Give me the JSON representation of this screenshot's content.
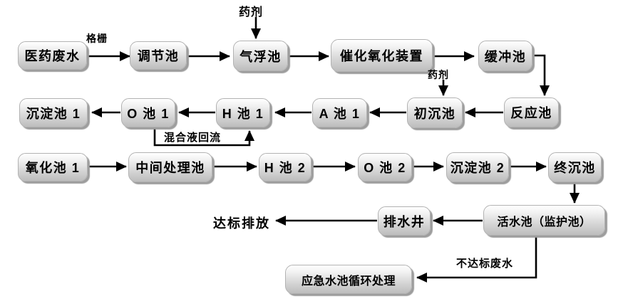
{
  "diagram_type": "flowchart",
  "subject": "医药废水处理工艺流程",
  "nodes": [
    {
      "id": "pharma-wastewater",
      "label": "医药废水"
    },
    {
      "id": "regulating-tank",
      "label": "调节池"
    },
    {
      "id": "air-flotation-tank",
      "label": "气浮池"
    },
    {
      "id": "catalytic-oxidation-unit",
      "label": "催化氧化装置"
    },
    {
      "id": "buffer-tank",
      "label": "缓冲池"
    },
    {
      "id": "reaction-tank",
      "label": "反应池"
    },
    {
      "id": "primary-sedimentation-tank",
      "label": "初沉池"
    },
    {
      "id": "a-tank-1",
      "label": "A 池 1"
    },
    {
      "id": "h-tank-1",
      "label": "H 池 1"
    },
    {
      "id": "o-tank-1",
      "label": "O 池 1"
    },
    {
      "id": "sedimentation-tank-1",
      "label": "沉淀池 1"
    },
    {
      "id": "oxidation-tank-1",
      "label": "氧化池 1"
    },
    {
      "id": "intermediate-treatment-tank",
      "label": "中间处理池"
    },
    {
      "id": "h-tank-2",
      "label": "H 池 2"
    },
    {
      "id": "o-tank-2",
      "label": "O 池 2"
    },
    {
      "id": "sedimentation-tank-2",
      "label": "沉淀池 2"
    },
    {
      "id": "final-sedimentation-tank",
      "label": "终沉池"
    },
    {
      "id": "living-water-tank",
      "label": "活水池（监护池）"
    },
    {
      "id": "drainage-well",
      "label": "排水井"
    },
    {
      "id": "emergency-tank",
      "label": "应急水池循环处理"
    }
  ],
  "labels": {
    "grille": "格栅",
    "agent_top": "药剂",
    "agent_mid": "药剂",
    "mixed_liquor_return": "混合液回流",
    "discharge": "达标排放",
    "substandard_wastewater": "不达标废水"
  },
  "edges": [
    {
      "from": "医药废水",
      "to": "调节池",
      "label": "格栅"
    },
    {
      "from": "调节池",
      "to": "气浮池"
    },
    {
      "from": "药剂",
      "to": "气浮池"
    },
    {
      "from": "气浮池",
      "to": "催化氧化装置"
    },
    {
      "from": "催化氧化装置",
      "to": "缓冲池"
    },
    {
      "from": "缓冲池",
      "to": "反应池"
    },
    {
      "from": "反应池",
      "to": "初沉池"
    },
    {
      "from": "药剂",
      "to": "初沉池"
    },
    {
      "from": "初沉池",
      "to": "A 池 1"
    },
    {
      "from": "A 池 1",
      "to": "H 池 1"
    },
    {
      "from": "H 池 1",
      "to": "O 池 1"
    },
    {
      "from": "O 池 1",
      "to": "沉淀池 1"
    },
    {
      "from": "O 池 1",
      "to": "H 池 1",
      "label": "混合液回流"
    },
    {
      "from": "氧化池 1",
      "to": "中间处理池"
    },
    {
      "from": "中间处理池",
      "to": "H 池 2"
    },
    {
      "from": "H 池 2",
      "to": "O 池 2"
    },
    {
      "from": "O 池 2",
      "to": "沉淀池 2"
    },
    {
      "from": "沉淀池 2",
      "to": "终沉池"
    },
    {
      "from": "终沉池",
      "to": "活水池（监护池）"
    },
    {
      "from": "活水池（监护池）",
      "to": "排水井"
    },
    {
      "from": "排水井",
      "to": "达标排放"
    },
    {
      "from": "活水池（监护池）",
      "to": "应急水池循环处理",
      "label": "不达标废水"
    }
  ],
  "colors": {
    "background": "#ffffff",
    "box_gradient_top": "#ffffff",
    "box_gradient_bottom": "#bdbdbd",
    "box_border": "#b2b2b2",
    "box_shadow": "#9d9d9d",
    "line": "#000000",
    "text": "#000000"
  }
}
